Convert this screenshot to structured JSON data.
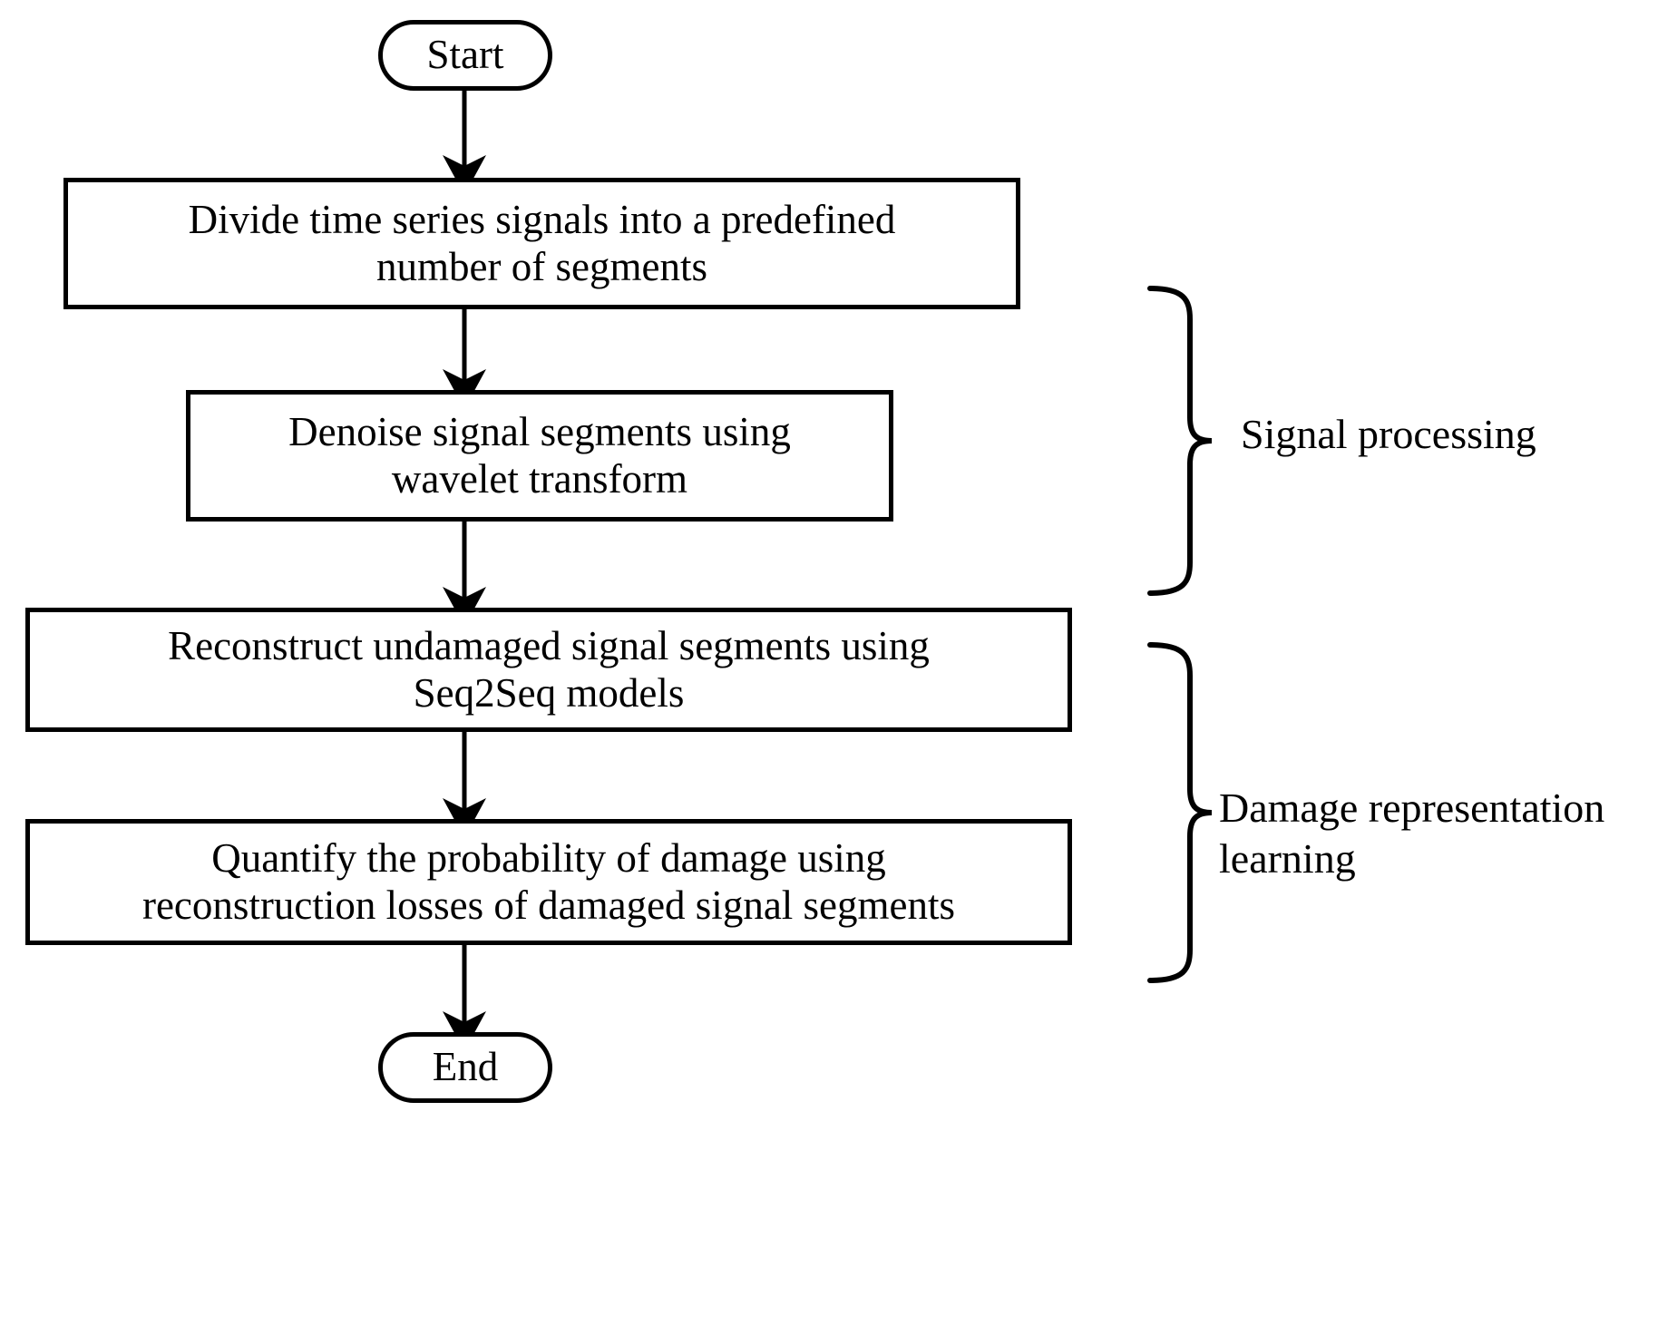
{
  "diagram": {
    "title_text": "",
    "background_color": "#ffffff",
    "stroke_color": "#000000",
    "nodes": [
      {
        "id": "start",
        "shape": "terminal",
        "label": "Start"
      },
      {
        "id": "divide",
        "shape": "process",
        "label": "Divide time series signals into a predefined\nnumber of segments"
      },
      {
        "id": "denoise",
        "shape": "process",
        "label": "Denoise signal segments using\nwavelet transform"
      },
      {
        "id": "reconstruct",
        "shape": "process",
        "label": "Reconstruct undamaged signal segments using\nSeq2Seq models"
      },
      {
        "id": "quantify",
        "shape": "process",
        "label": "Quantify the probability of damage using\nreconstruction losses of damaged signal segments"
      },
      {
        "id": "end",
        "shape": "terminal",
        "label": "End"
      }
    ],
    "groups": [
      {
        "id": "signal-processing",
        "label": "Signal processing",
        "covers": [
          "divide",
          "denoise"
        ]
      },
      {
        "id": "damage-representation-learning",
        "label": "Damage representation\nlearning",
        "covers": [
          "reconstruct",
          "quantify"
        ]
      }
    ],
    "edges": [
      {
        "from": "start",
        "to": "divide"
      },
      {
        "from": "divide",
        "to": "denoise"
      },
      {
        "from": "denoise",
        "to": "reconstruct"
      },
      {
        "from": "reconstruct",
        "to": "quantify"
      },
      {
        "from": "quantify",
        "to": "end"
      }
    ]
  }
}
